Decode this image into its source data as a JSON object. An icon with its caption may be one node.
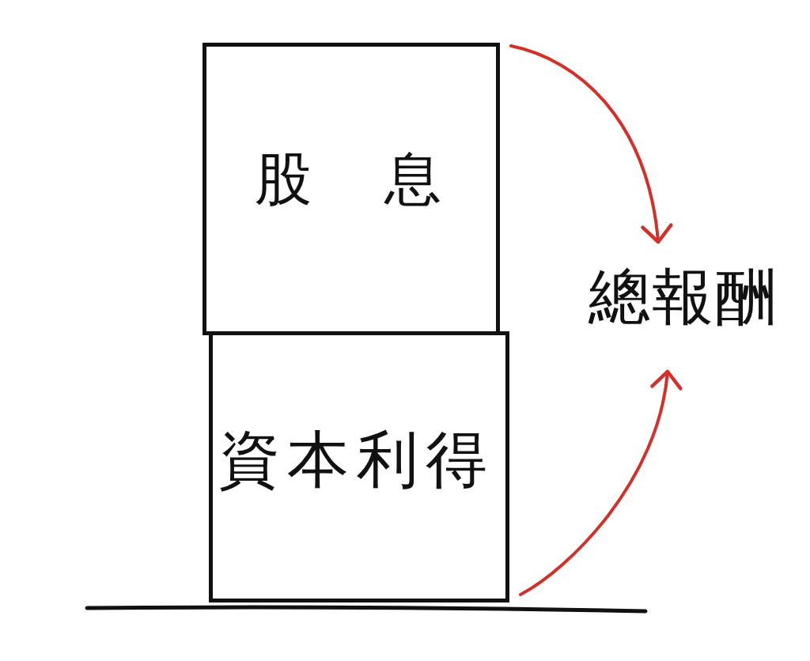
{
  "diagram": {
    "nodes": [
      {
        "text": [
          "股息"
        ]
      },
      {
        "text": [
          "資本利得"
        ]
      },
      {
        "text": [
          "總報酬"
        ]
      }
    ],
    "edges": [
      {
        "from": 0,
        "to": 2,
        "arrow": "to"
      },
      {
        "from": 1,
        "to": 2,
        "arrow": "to"
      }
    ]
  }
}
